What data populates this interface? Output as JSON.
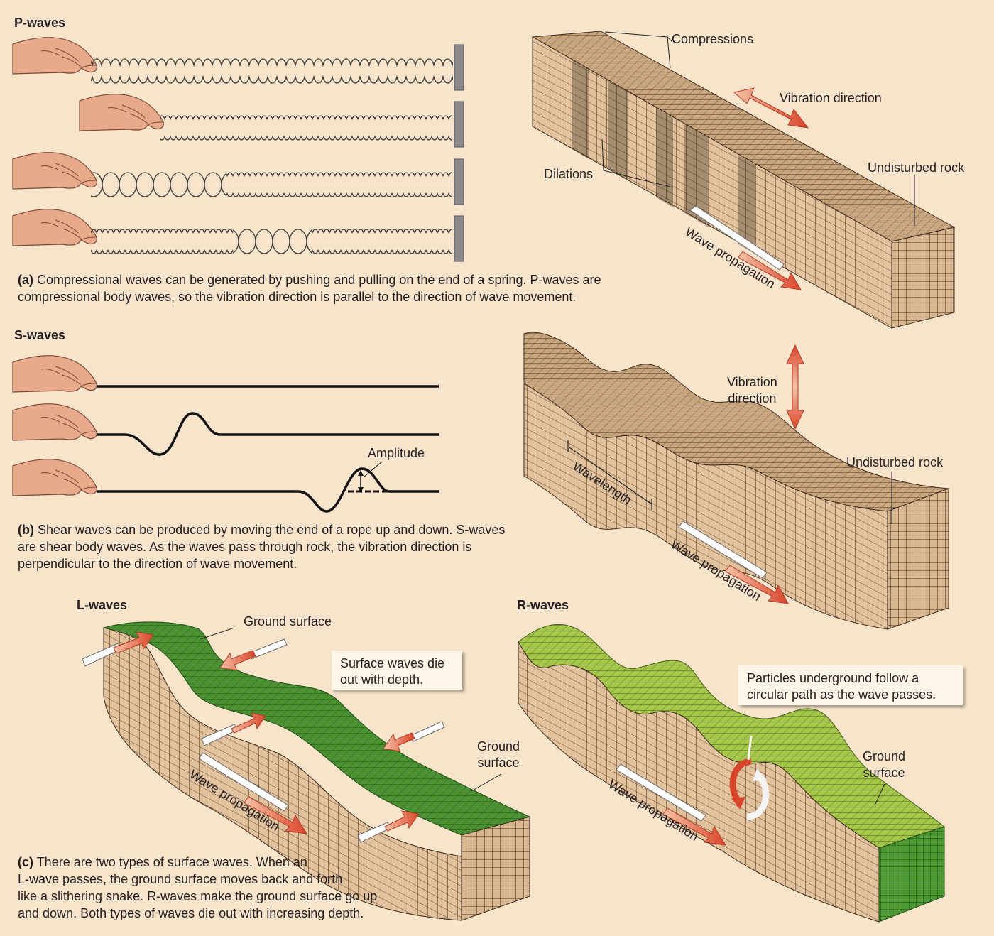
{
  "p_waves": {
    "heading": "P-waves",
    "compressions": "Compressions",
    "vibration_direction": "Vibration direction",
    "dilations": "Dilations",
    "undisturbed_rock": "Undisturbed rock",
    "wave_propagation": "Wave propagation",
    "caption_letter": "(a)",
    "caption_line1": "Compressional waves can be generated by pushing and pulling on the end of a spring. P-waves are",
    "caption_line2": "compressional body waves, so the vibration direction is parallel to the direction of wave movement."
  },
  "s_waves": {
    "heading": "S-waves",
    "amplitude": "Amplitude",
    "vibration_direction_line1": "Vibration",
    "vibration_direction_line2": "direction",
    "undisturbed_rock": "Undisturbed rock",
    "wavelength": "Wavelength",
    "wave_propagation": "Wave propagation",
    "caption_letter": "(b)",
    "caption_line1": "Shear waves can be produced by moving the end of a rope up and down. S-waves",
    "caption_line2": "are shear body waves. As the waves pass through rock, the vibration direction is",
    "caption_line3": "perpendicular to the direction of wave movement."
  },
  "l_waves": {
    "heading": "L-waves",
    "ground_surface_top": "Ground surface",
    "note_line1": "Surface waves die",
    "note_line2": "out with depth.",
    "ground_surface_line1": "Ground",
    "ground_surface_line2": "surface",
    "wave_propagation": "Wave propagation"
  },
  "r_waves": {
    "heading": "R-waves",
    "note_line1": "Particles underground follow a",
    "note_line2": "circular path as the wave passes.",
    "ground_surface_line1": "Ground",
    "ground_surface_line2": "surface",
    "wave_propagation": "Wave propagation"
  },
  "surface_caption": {
    "caption_letter": "(c)",
    "line1": "There are two types of surface waves. When an",
    "line2": "L-wave passes, the ground surface moves back and forth",
    "line3": "like a slithering snake. R-waves make the ground surface go up",
    "line4": "and down. Both types of waves die out with increasing depth."
  },
  "colors": {
    "background": "#f8e3cb",
    "rock": "#d9b892",
    "grass": "#3f8a2c",
    "arrow": "#d9452b"
  }
}
